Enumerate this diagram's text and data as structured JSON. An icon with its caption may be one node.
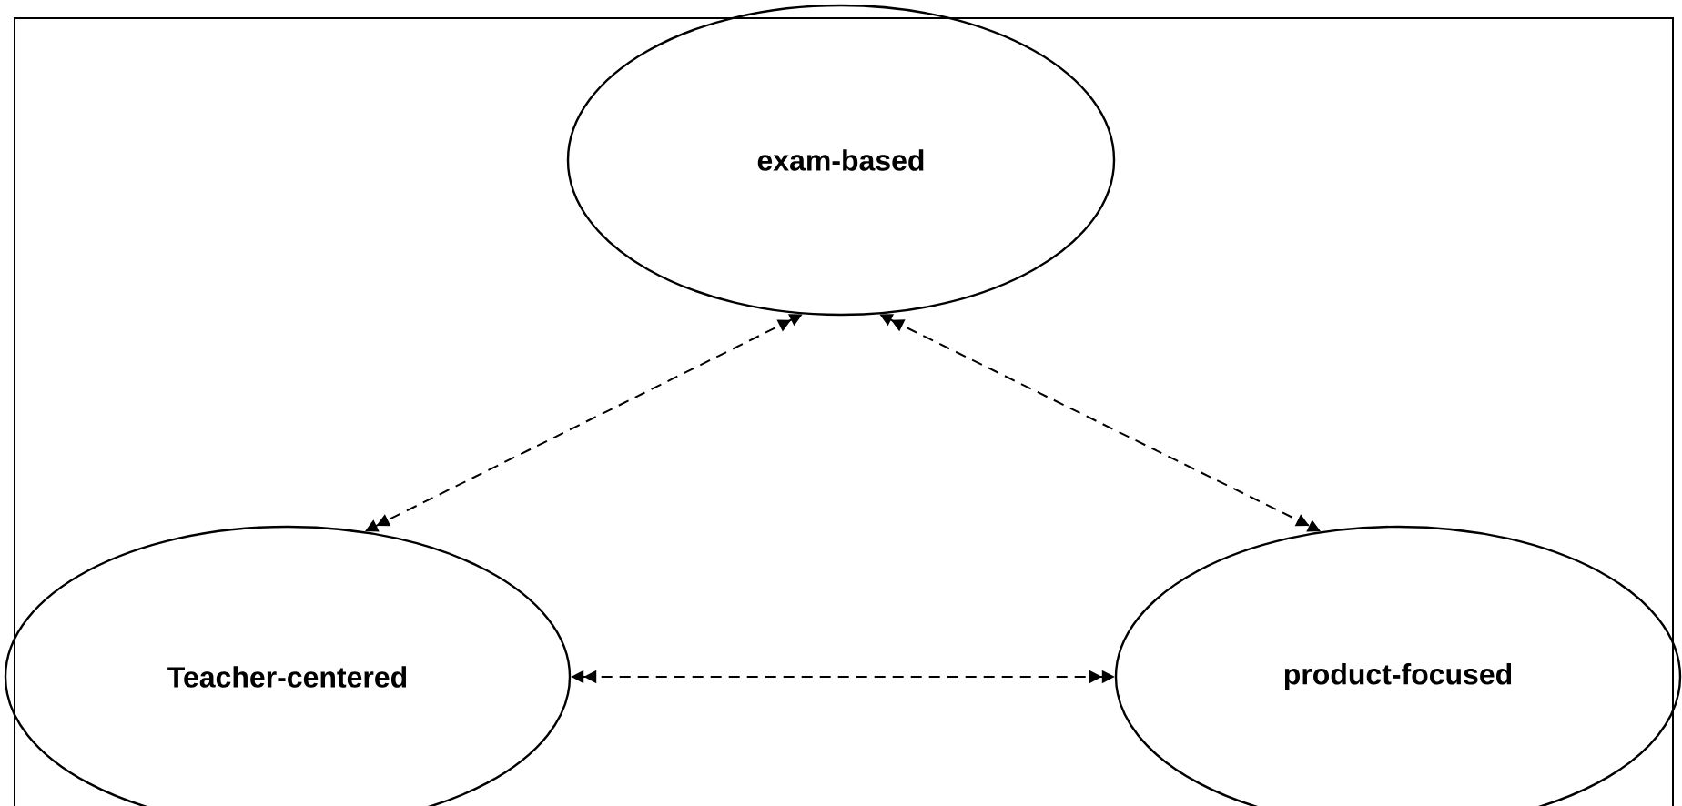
{
  "diagram": {
    "nodes": [
      {
        "text": [
          "exam-based"
        ]
      },
      {
        "text": [
          "Teacher-centered"
        ]
      },
      {
        "text": [
          "product-focused"
        ]
      }
    ],
    "edges": [
      {
        "from": 0,
        "to": 1,
        "arrow": "both",
        "style": "dashed"
      },
      {
        "from": 0,
        "to": 2,
        "arrow": "both",
        "style": "dashed"
      },
      {
        "from": 1,
        "to": 2,
        "arrow": "both",
        "style": "dashed"
      }
    ]
  }
}
